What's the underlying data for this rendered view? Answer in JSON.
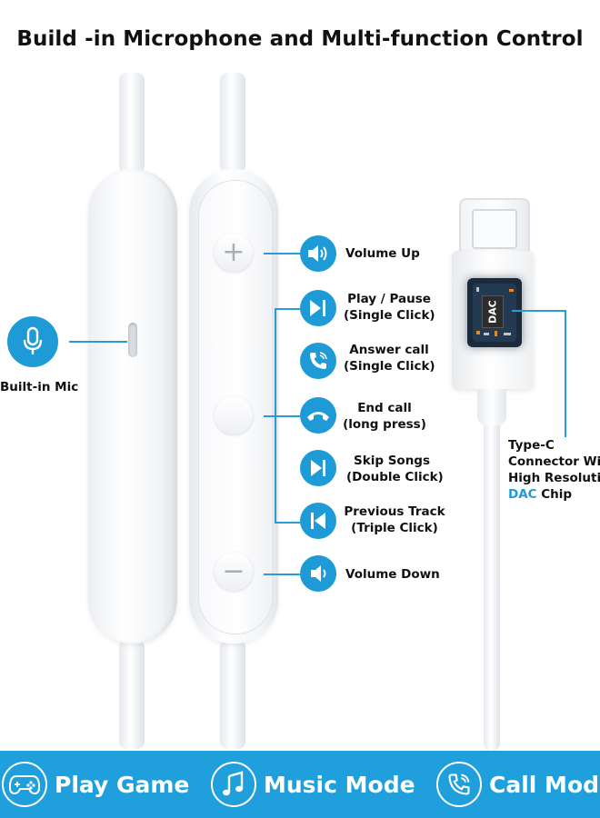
{
  "title": "Build -in Microphone and Multi-function Control",
  "microphone": {
    "label": "Built-in Mic",
    "icon": "microphone-icon"
  },
  "remote": {
    "plus_symbol": "+",
    "minus_symbol": "−"
  },
  "functions": [
    {
      "icon": "volume-up-icon",
      "line1": "Volume Up",
      "line2": ""
    },
    {
      "icon": "play-pause-icon",
      "line1": "Play / Pause",
      "line2": "(Single Click)"
    },
    {
      "icon": "phone-answer-icon",
      "line1": "Answer call",
      "line2": "(Single Click)"
    },
    {
      "icon": "end-call-icon",
      "line1": "End call",
      "line2": "(long press)"
    },
    {
      "icon": "skip-forward-icon",
      "line1": "Skip Songs",
      "line2": "(Double Click)"
    },
    {
      "icon": "skip-back-icon",
      "line1": "Previous Track",
      "line2": "(Triple Click)"
    },
    {
      "icon": "volume-down-icon",
      "line1": "Volume Down",
      "line2": ""
    }
  ],
  "connector": {
    "chip_label": "DAC",
    "line1": "Type-C",
    "line2": "Connector Wit",
    "line3": "High Resolutio",
    "line4_highlight": "DAC",
    "line4_rest": " Chip"
  },
  "modes": [
    {
      "icon": "gamepad-icon",
      "label": "Play Game"
    },
    {
      "icon": "music-note-icon",
      "label": "Music Mode"
    },
    {
      "icon": "phone-call-icon",
      "label": "Call Mode"
    }
  ],
  "colors": {
    "accent": "#1e9ad6",
    "banner": "#1f9fdc"
  }
}
